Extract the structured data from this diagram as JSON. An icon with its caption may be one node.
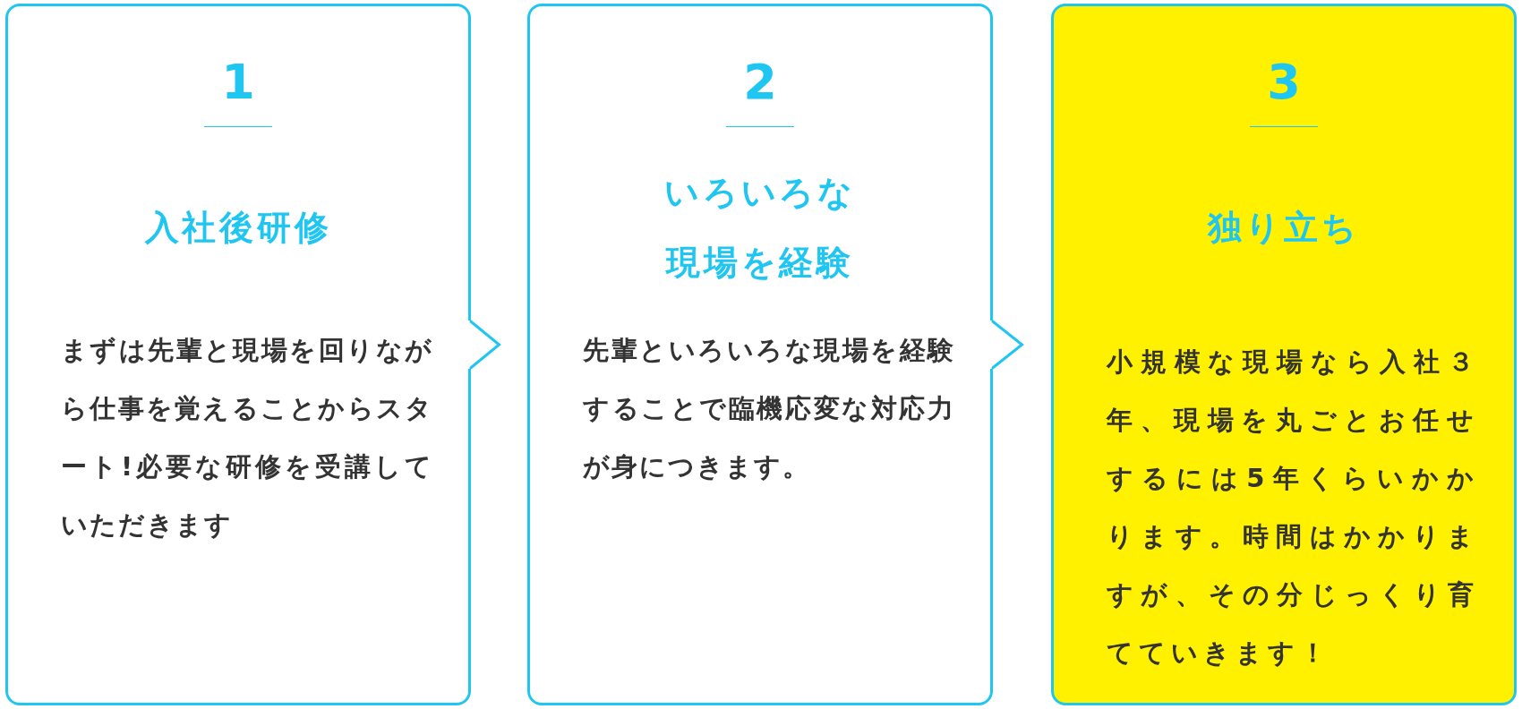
{
  "diagram": {
    "nodes": [
      {
        "text": [
          "1",
          "入社後研修",
          "まずは先輩と現場を回りながら仕事を覚えることからスタート!必要な研修を受講していただきます"
        ]
      },
      {
        "text": [
          "2",
          "いろいろな現場を経験",
          "先輩といろいろな現場を経験することで臨機応変な対応力が身につきます。"
        ]
      },
      {
        "text": [
          "3",
          "独り立ち",
          "小規模な現場なら入社３年、現場を丸ごとお任せするには5年くらいかかります。時間はかかりますが、その分じっくり育てていきます！"
        ]
      }
    ],
    "edges": [
      {
        "from": 0,
        "to": 1,
        "arrow": "to"
      },
      {
        "from": 1,
        "to": 2,
        "arrow": "to"
      }
    ]
  }
}
